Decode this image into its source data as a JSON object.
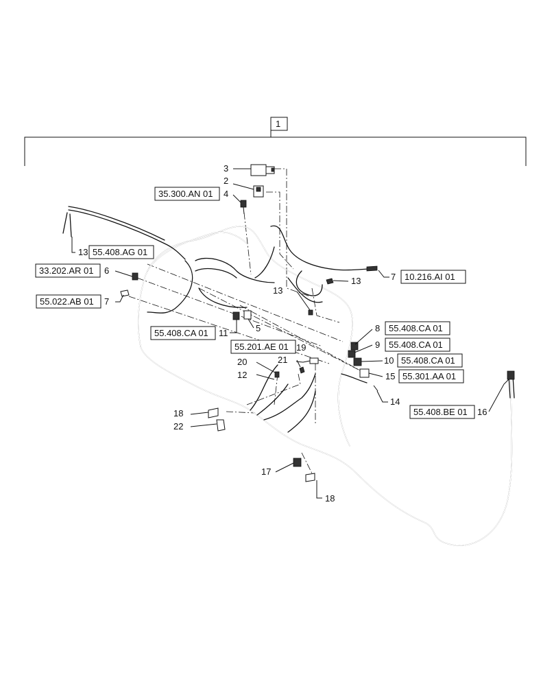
{
  "diagram": {
    "assembly_label": "1",
    "callouts": {
      "c2": "2",
      "c3": "3",
      "c4": "4",
      "c5": "5",
      "c6": "6",
      "c7a": "7",
      "c7b": "7",
      "c8": "8",
      "c9": "9",
      "c10": "10",
      "c11": "11",
      "c12": "12",
      "c13a": "13",
      "c13b": "13",
      "c13c": "13",
      "c14": "14",
      "c15": "15",
      "c16": "16",
      "c17": "17",
      "c18a": "18",
      "c18b": "18",
      "c19": "19",
      "c20": "20",
      "c21": "21",
      "c22": "22"
    },
    "references": {
      "r_35300an": "35.300.AN 01",
      "r_55408ag": "55.408.AG 01",
      "r_33202ar": "33.202.AR 01",
      "r_55022ab": "55.022.AB 01",
      "r_55408ca_11": "55.408.CA 01",
      "r_55201ae": "55.201.AE 01",
      "r_10216ai": "10.216.AI 01",
      "r_55408ca_8": "55.408.CA 01",
      "r_55408ca_9": "55.408.CA 01",
      "r_55408ca_10": "55.408.CA 01",
      "r_55301aa": "55.301.AA 01",
      "r_55408be": "55.408.BE 01"
    }
  }
}
